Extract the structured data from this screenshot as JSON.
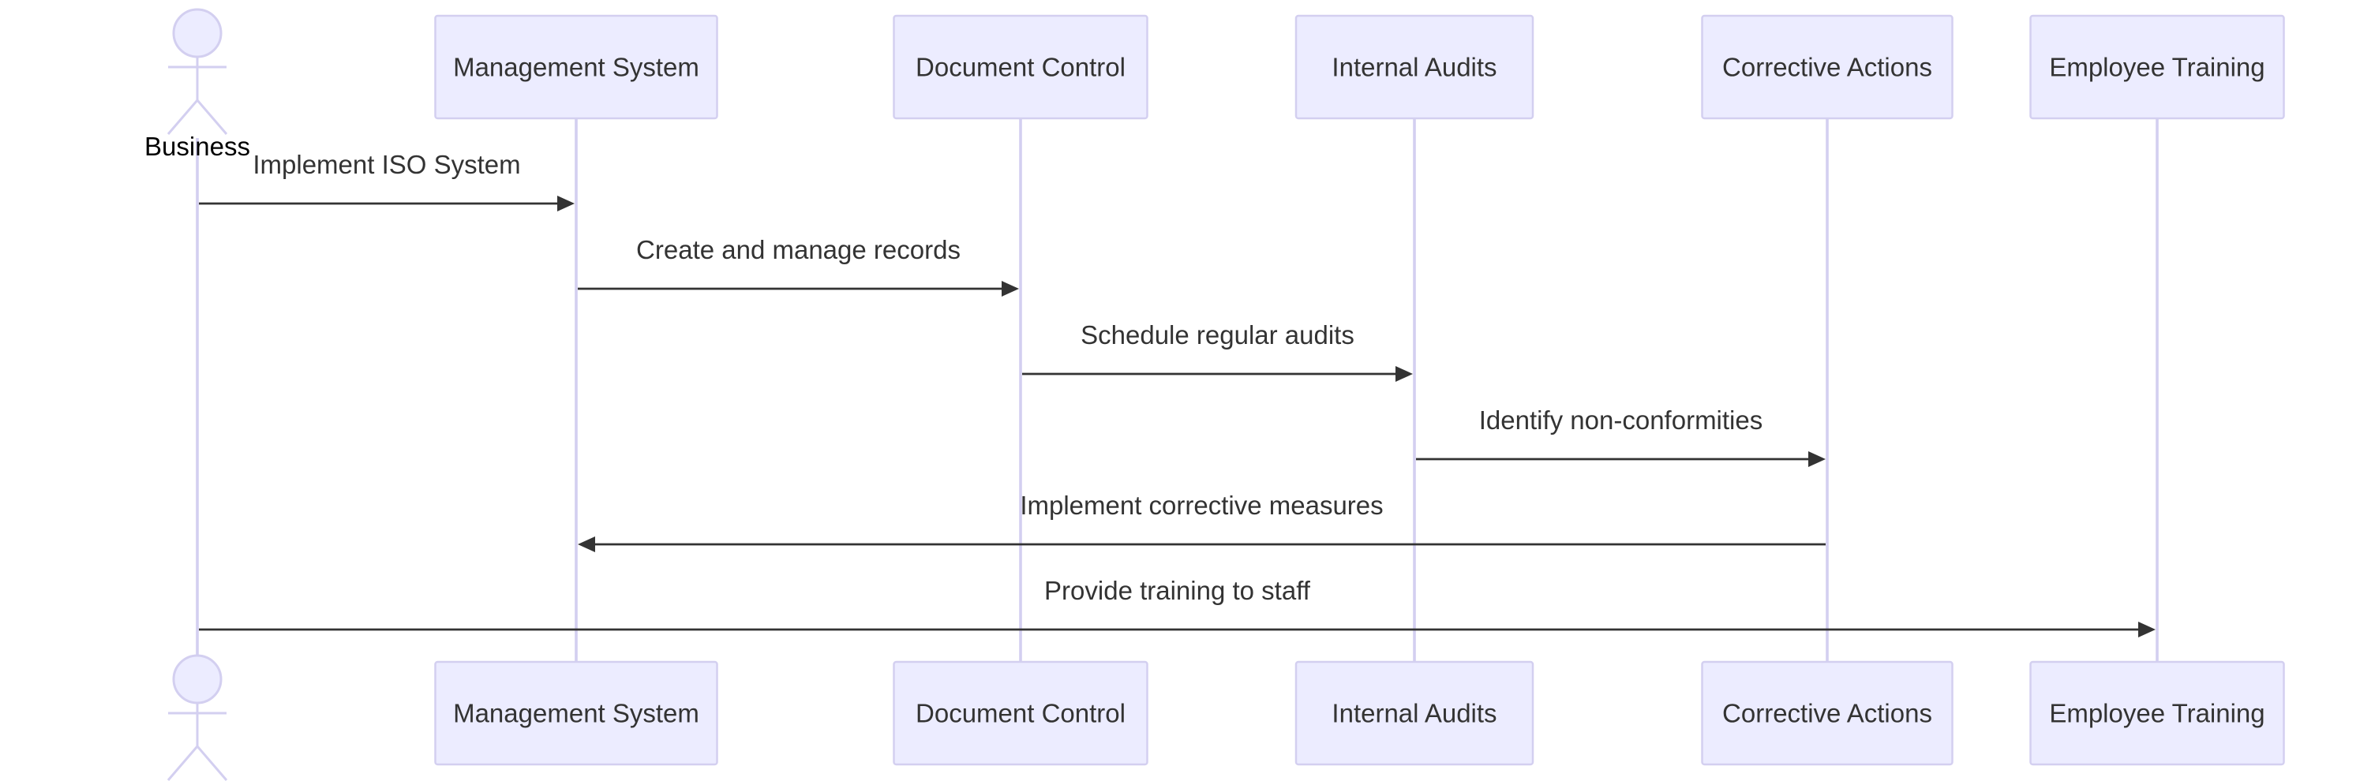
{
  "participants": [
    {
      "id": "business",
      "label": "Business",
      "kind": "actor"
    },
    {
      "id": "mgmt",
      "label": "Management System",
      "kind": "box"
    },
    {
      "id": "doc",
      "label": "Document Control",
      "kind": "box"
    },
    {
      "id": "audits",
      "label": "Internal Audits",
      "kind": "box"
    },
    {
      "id": "corrective",
      "label": "Corrective Actions",
      "kind": "box"
    },
    {
      "id": "training",
      "label": "Employee Training",
      "kind": "box"
    }
  ],
  "messages": [
    {
      "from": "business",
      "to": "mgmt",
      "label": "Implement ISO System"
    },
    {
      "from": "mgmt",
      "to": "doc",
      "label": "Create and manage records"
    },
    {
      "from": "doc",
      "to": "audits",
      "label": "Schedule regular audits"
    },
    {
      "from": "audits",
      "to": "corrective",
      "label": "Identify non-conformities"
    },
    {
      "from": "corrective",
      "to": "mgmt",
      "label": "Implement corrective measures"
    },
    {
      "from": "business",
      "to": "training",
      "label": "Provide training to staff"
    }
  ],
  "colors": {
    "box_fill": "#ececff",
    "box_stroke": "#d3cff0",
    "lifeline": "#d3cff0",
    "arrow": "#333333",
    "text": "#333333"
  }
}
